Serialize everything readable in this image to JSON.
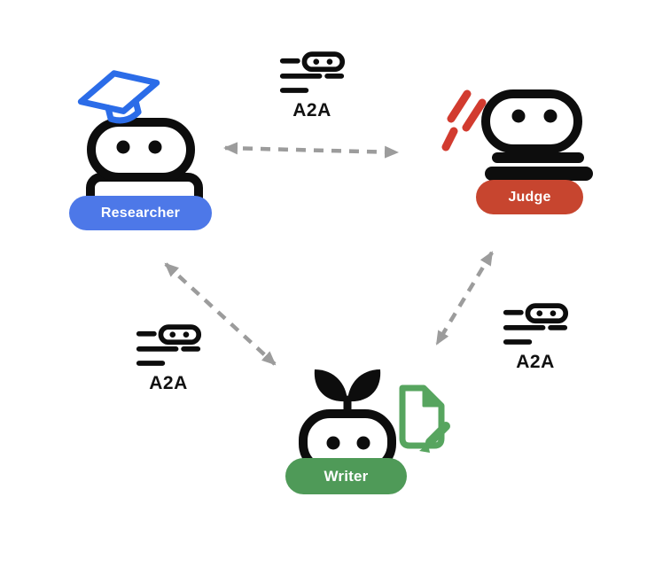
{
  "diagram": {
    "agents": [
      {
        "id": "researcher",
        "label": "Researcher",
        "pill_color": "#4d78e8",
        "accessory": "graduation-cap",
        "accessory_color": "#2b6ce8"
      },
      {
        "id": "judge",
        "label": "Judge",
        "pill_color": "#c7452f",
        "accessory": "emphasis-marks",
        "accessory_color": "#d23b2f"
      },
      {
        "id": "writer",
        "label": "Writer",
        "pill_color": "#4f9a58",
        "accessory": "sprout-and-document",
        "accessory_color": "#57a55f"
      }
    ],
    "protocol_label": "A2A",
    "connections": [
      {
        "from": "Researcher",
        "to": "Judge",
        "protocol": "A2A",
        "style": "dashed-double-arrow"
      },
      {
        "from": "Researcher",
        "to": "Writer",
        "protocol": "A2A",
        "style": "dashed-double-arrow"
      },
      {
        "from": "Judge",
        "to": "Writer",
        "protocol": "A2A",
        "style": "dashed-double-arrow"
      }
    ],
    "colors": {
      "robot_outline": "#0d0d0d",
      "arrow_gray": "#9c9c9c",
      "background": "#ffffff"
    }
  }
}
